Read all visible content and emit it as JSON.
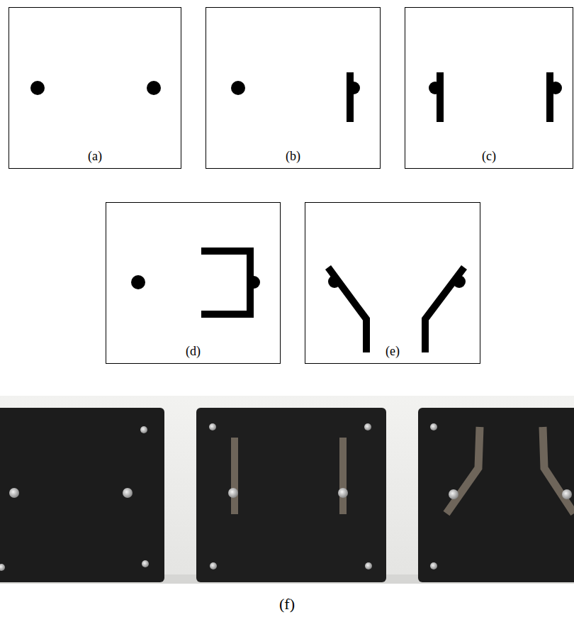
{
  "diagram": {
    "nodes": [
      {
        "text": [
          "(a)"
        ]
      },
      {
        "text": [
          "(b)"
        ]
      },
      {
        "text": [
          "(c)"
        ]
      },
      {
        "text": [
          "(d)"
        ]
      },
      {
        "text": [
          "(e)"
        ]
      }
    ],
    "labels": [
      "(f)"
    ]
  }
}
